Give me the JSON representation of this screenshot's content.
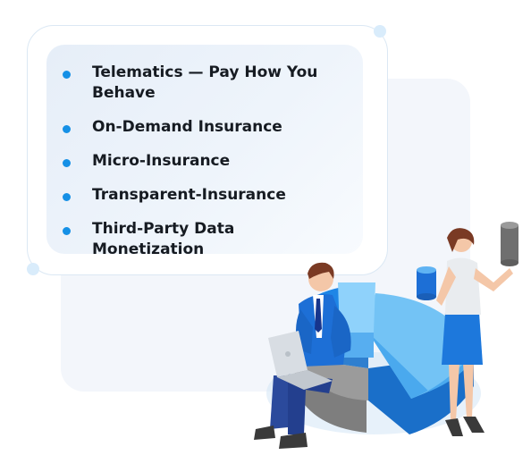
{
  "features": {
    "items": [
      "Telematics — Pay How You Behave",
      "On-Demand Insurance",
      "Micro-Insurance",
      "Transparent-Insurance",
      "Third-Party Data Monetization"
    ]
  },
  "colors": {
    "bullet": "#1590e6",
    "text": "#161b22",
    "pie_blue": "#1e86e6",
    "pie_light": "#72c4f7",
    "pie_grey": "#8d8d8d"
  },
  "icons": [
    "pie-chart-illustration",
    "man-with-laptop-illustration",
    "woman-with-database-cylinders-illustration"
  ]
}
